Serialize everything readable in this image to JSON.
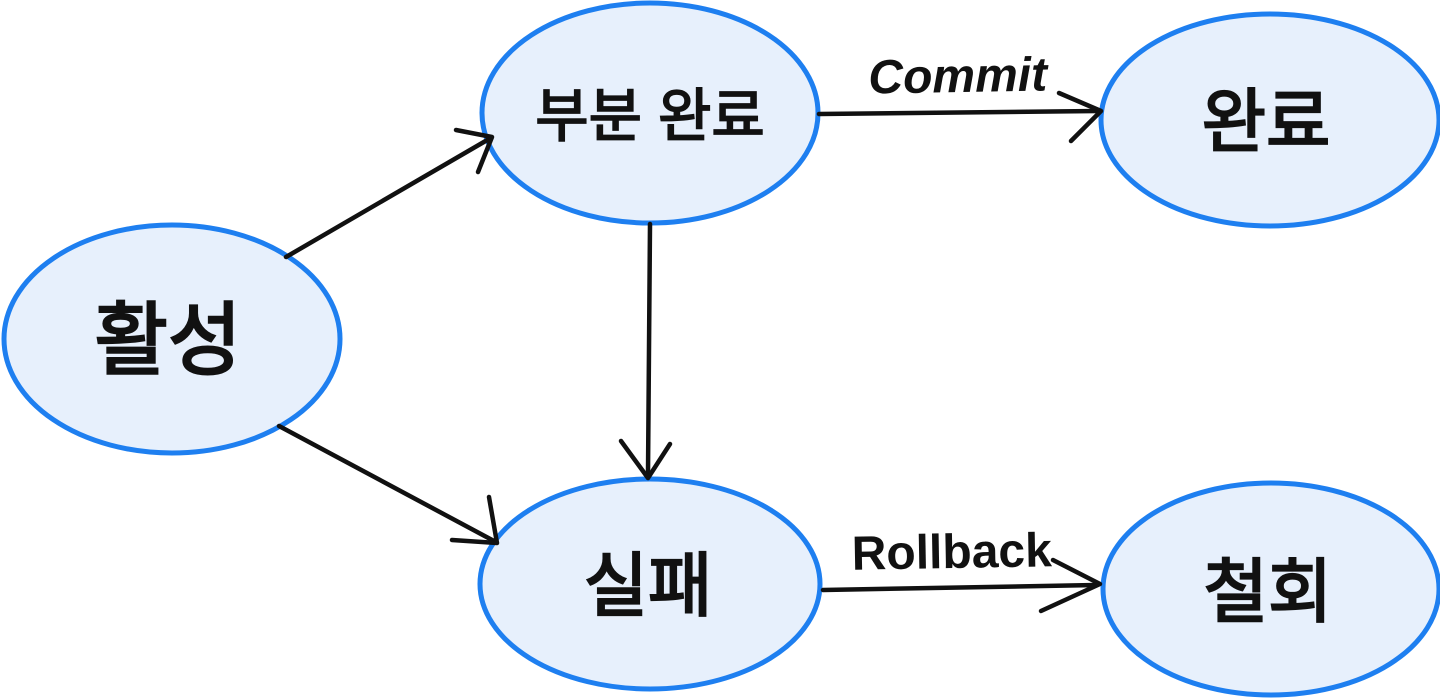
{
  "diagram": {
    "title": "transaction-state-diagram",
    "colors": {
      "node_fill": "#e7f0fc",
      "node_border": "#1e7ff0",
      "edge_stroke": "#111111",
      "text": "#111111",
      "background": "#ffffff"
    },
    "nodes": [
      {
        "id": "active",
        "label": "활성"
      },
      {
        "id": "partial-complete",
        "label": "부분 완료"
      },
      {
        "id": "complete",
        "label": "완료"
      },
      {
        "id": "failed",
        "label": "실패"
      },
      {
        "id": "withdrawn",
        "label": "철회"
      }
    ],
    "edges": [
      {
        "from": "활성",
        "to": "부분 완료",
        "label": ""
      },
      {
        "from": "활성",
        "to": "실패",
        "label": ""
      },
      {
        "from": "부분 완료",
        "to": "실패",
        "label": ""
      },
      {
        "from": "부분 완료",
        "to": "완료",
        "label": "Commit"
      },
      {
        "from": "실패",
        "to": "철회",
        "label": "Rollback"
      }
    ]
  }
}
